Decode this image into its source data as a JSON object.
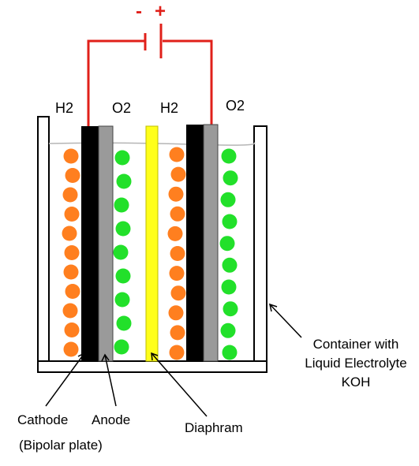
{
  "battery": {
    "minus": "-",
    "plus": "+"
  },
  "gases": {
    "h2_left": "H2",
    "o2_left": "O2",
    "h2_right": "H2",
    "o2_right": "O2"
  },
  "labels": {
    "cathode": "Cathode",
    "bipolar": "(Bipolar plate)",
    "anode": "Anode",
    "diaphragm": "Diaphram",
    "container_line1": "Container with",
    "container_line2": "Liquid Electrolyte",
    "container_line3": "KOH"
  },
  "colors": {
    "wire": "#e0201a",
    "cathode": "#000000",
    "anode": "#9a9a9a",
    "diaphragm": "#ffff1a",
    "h2_bubble": "#ff7f1f",
    "o2_bubble": "#22e02a"
  },
  "bubbles": {
    "h2_per_column": 11,
    "o2_per_column": 9
  }
}
